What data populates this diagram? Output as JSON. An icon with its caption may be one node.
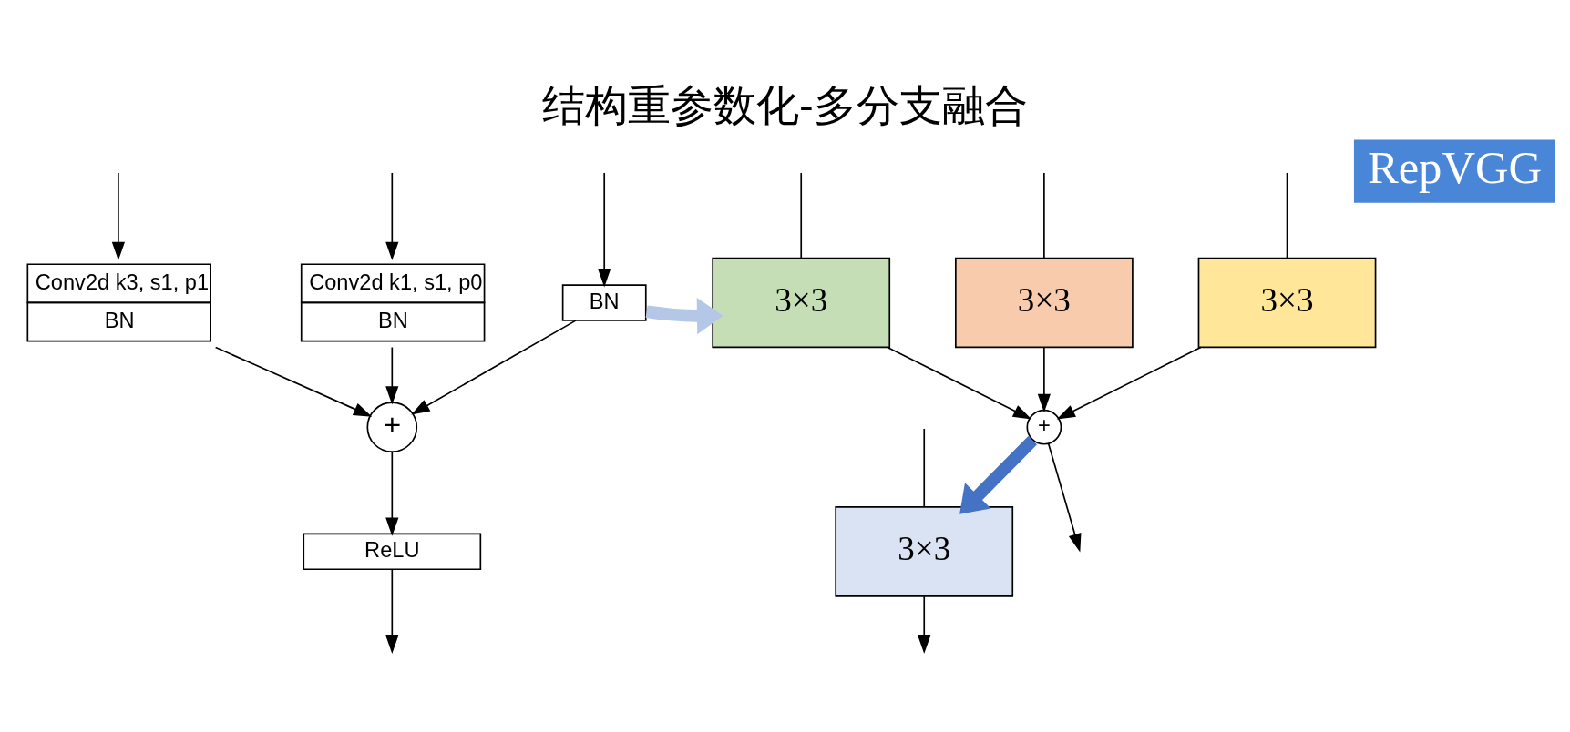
{
  "diagram": {
    "title": "结构重参数化-多分支融合",
    "nodes": [
      {
        "text": [
          "Conv2d k3, s1, p1",
          "BN"
        ]
      },
      {
        "text": [
          "Conv2d k1, s1, p0",
          "BN"
        ]
      },
      {
        "text": [
          "BN"
        ]
      },
      {
        "text": [
          "+"
        ]
      },
      {
        "text": [
          "ReLU"
        ]
      },
      {
        "text": [
          "3×3"
        ]
      },
      {
        "text": [
          "3×3"
        ]
      },
      {
        "text": [
          "3×3"
        ]
      },
      {
        "text": [
          "+"
        ]
      },
      {
        "text": [
          "3×3"
        ]
      }
    ],
    "edges": [
      {
        "from": null,
        "to": 0,
        "arrow": "to"
      },
      {
        "from": null,
        "to": 1,
        "arrow": "to"
      },
      {
        "from": null,
        "to": 2,
        "arrow": "to"
      },
      {
        "from": 0,
        "to": 3,
        "arrow": "to"
      },
      {
        "from": 1,
        "to": 3,
        "arrow": "to"
      },
      {
        "from": 2,
        "to": 3,
        "arrow": "to"
      },
      {
        "from": 3,
        "to": 4,
        "arrow": "to"
      },
      {
        "from": 4,
        "to": null,
        "arrow": "to"
      },
      {
        "from": 2,
        "to": 5,
        "arrow": "to",
        "style": "thick",
        "color": "#b4c7e7"
      },
      {
        "from": null,
        "to": 5,
        "arrow": "none"
      },
      {
        "from": null,
        "to": 6,
        "arrow": "none"
      },
      {
        "from": null,
        "to": 7,
        "arrow": "none"
      },
      {
        "from": 5,
        "to": 8,
        "arrow": "to"
      },
      {
        "from": 6,
        "to": 8,
        "arrow": "to"
      },
      {
        "from": 7,
        "to": 8,
        "arrow": "to"
      },
      {
        "from": 8,
        "to": null,
        "arrow": "to"
      },
      {
        "from": 8,
        "to": 9,
        "arrow": "to",
        "style": "thick",
        "color": "#4472c4"
      },
      {
        "from": null,
        "to": 9,
        "arrow": "none"
      },
      {
        "from": 9,
        "to": null,
        "arrow": "to"
      }
    ],
    "labels": [
      "RepVGG"
    ]
  }
}
